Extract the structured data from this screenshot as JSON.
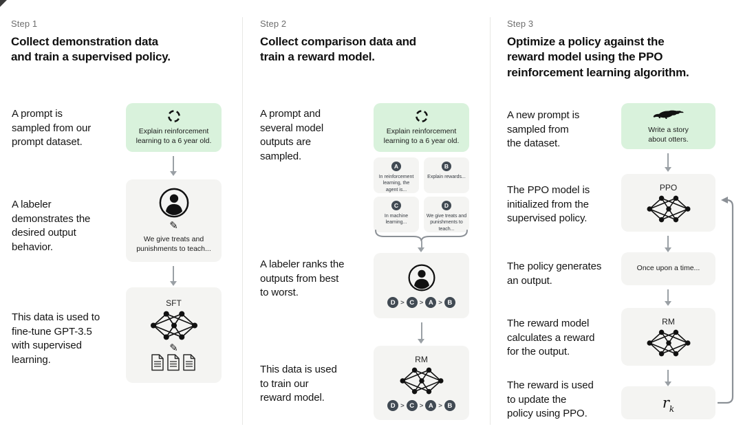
{
  "icons": {
    "pencil": "✎",
    "sample": "dashed-circle",
    "labeler": "person-in-circle",
    "model": "neural-network",
    "docs": "documents",
    "otter": "otter-silhouette"
  },
  "colors": {
    "prompt_box_bg": "#d9f2dc",
    "model_box_bg": "#f4f4f2",
    "badge_bg": "#414a53",
    "arrow": "#9aa0a5",
    "divider": "#e7e7e4",
    "heading": "#101010",
    "step_label": "#6e6e6e"
  },
  "step1": {
    "label": "Step 1",
    "title": "Collect demonstration data and train a supervised policy.",
    "title_lines": [
      "Collect demonstration data",
      "and train a supervised policy."
    ],
    "caption_prompt": "A prompt is\nsampled from our\nprompt dataset.",
    "caption_labeler": "A labeler\ndemonstrates the\ndesired output\nbehavior.",
    "caption_sft": "This data is used to\nfine-tune GPT-3.5\nwith supervised\nlearning.",
    "prompt_text": "Explain reinforcement\nlearning to a 6 year old.",
    "labeler_text": "We give treats and\npunishments to teach...",
    "model_label": "SFT"
  },
  "step2": {
    "label": "Step 2",
    "title": "Collect comparison data and train a reward model.",
    "title_lines": [
      "Collect comparison data and",
      "train a reward model."
    ],
    "caption_prompt": "A prompt and\nseveral model\noutputs are\nsampled.",
    "caption_rank": "A labeler ranks the\noutputs from best\nto worst.",
    "caption_rm": "This data is used\nto train our\nreward model.",
    "prompt_text": "Explain reinforcement\nlearning to a 6 year old.",
    "answers": [
      {
        "letter": "A",
        "text": "In reinforcement\nlearning, the\nagent is..."
      },
      {
        "letter": "B",
        "text": "Explain rewards..."
      },
      {
        "letter": "C",
        "text": "In machine\nlearning..."
      },
      {
        "letter": "D",
        "text": "We give treats and\npunishments to\nteach..."
      }
    ],
    "ranking": [
      "D",
      "C",
      "A",
      "B"
    ],
    "rank_separator": ">",
    "model_label": "RM"
  },
  "step3": {
    "label": "Step 3",
    "title": "Optimize a policy against the reward model using the PPO reinforcement learning algorithm.",
    "title_lines": [
      "Optimize a policy against the",
      "reward model using the PPO",
      "reinforcement learning algorithm."
    ],
    "caption_prompt": "A new prompt is\nsampled from\nthe dataset.",
    "caption_init": "The PPO model is\ninitialized from the\nsupervised policy.",
    "caption_output": "The policy generates\nan output.",
    "caption_reward": "The reward model\ncalculates a reward\nfor the output.",
    "caption_update": "The reward is used\nto update the\npolicy using PPO.",
    "prompt_text": "Write a story\nabout otters.",
    "ppo_label": "PPO",
    "output_text": "Once upon a time...",
    "rm_label": "RM",
    "reward_symbol": "r",
    "reward_subscript": "k"
  }
}
